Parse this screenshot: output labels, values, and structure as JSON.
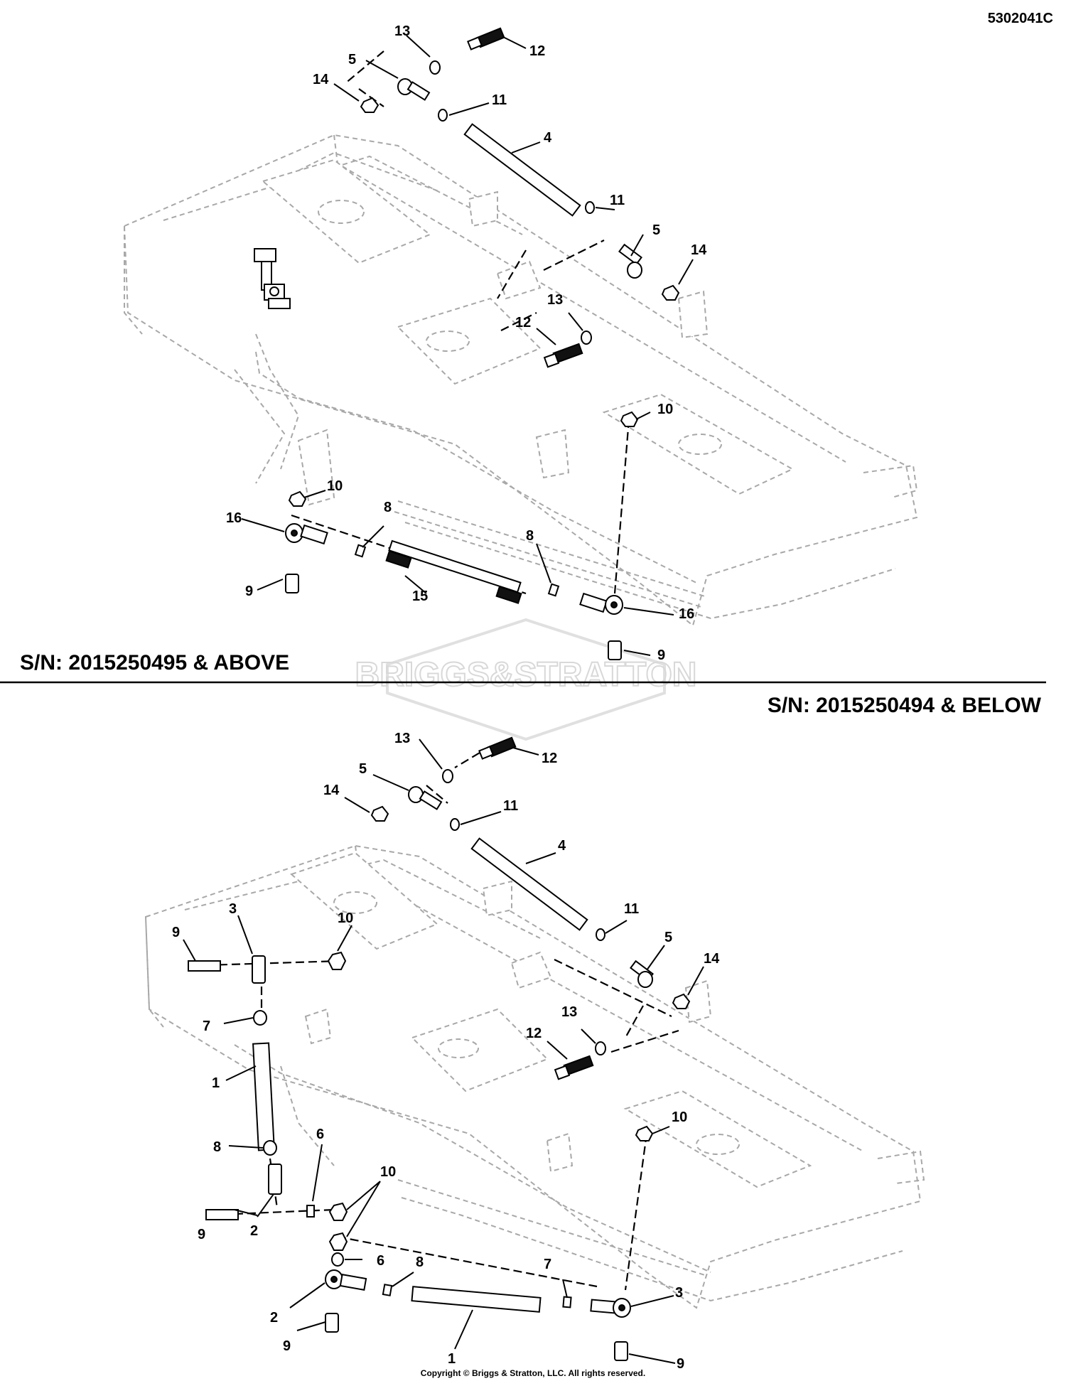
{
  "drawing_number": "5302041C",
  "sections": [
    {
      "heading": "S/N: 2015250495 & ABOVE",
      "callouts": [
        "13",
        "12",
        "5",
        "14",
        "11",
        "4",
        "11",
        "5",
        "14",
        "13",
        "12",
        "10",
        "10",
        "16",
        "8",
        "8",
        "15",
        "9",
        "16",
        "9"
      ]
    },
    {
      "heading": "S/N: 2015250494 & BELOW",
      "callouts": [
        "13",
        "12",
        "5",
        "14",
        "11",
        "4",
        "11",
        "5",
        "14",
        "13",
        "12",
        "9",
        "3",
        "10",
        "7",
        "1",
        "8",
        "6",
        "10",
        "9",
        "2",
        "6",
        "8",
        "7",
        "2",
        "3",
        "1",
        "9",
        "9",
        "10"
      ]
    }
  ],
  "watermark": "BRIGGS&STRATTON",
  "copyright": "Copyright © Briggs & Stratton, LLC. All rights reserved."
}
